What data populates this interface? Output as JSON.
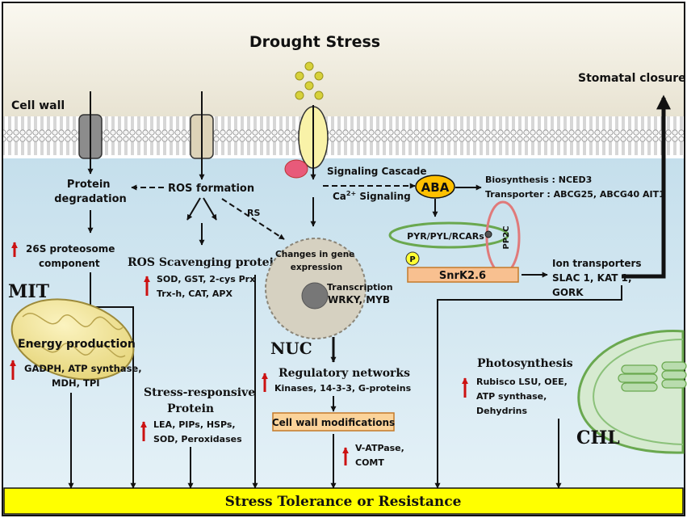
{
  "title": "Drought Stress",
  "cell_wall": "Cell wall",
  "stomatal_closure": "Stomatal closure",
  "left": {
    "protein_degradation": [
      "Protein",
      "degradation"
    ],
    "proteosome": [
      "26S proteosome",
      "component"
    ],
    "mit": "MIT",
    "energy_production": "Energy production",
    "energy_proteins": [
      "GADPH, ATP synthase,",
      "MDH, TPI"
    ]
  },
  "ros": {
    "formation": "ROS formation",
    "rs": "RS",
    "scavenging": "ROS Scavenging proteins",
    "scavenging_list": [
      "SOD, GST, 2-cys Prx",
      "Trx-h, CAT, APX"
    ],
    "stress_protein": [
      "Stress-responsive",
      "Protein"
    ],
    "stress_list": [
      "LEA, PIPs, HSPs,",
      "SOD, Peroxidases"
    ]
  },
  "signaling": {
    "cascade": "Signaling Cascade",
    "ca_prefix": "Ca",
    "ca_sup": "2+",
    "ca_suffix": " Signaling",
    "aba": "ABA",
    "biosynthesis": "Biosynthesis : NCED3",
    "transporter": "Transporter : ABCG25, ABCG40 AIT1",
    "receptor": "PYR/PYL/RCARs",
    "pp2c": "PP2C",
    "p": "P",
    "snrk": "SnrK2.6",
    "ion_transporters": [
      "Ion transporters",
      "SLAC 1, KAT 1,",
      "GORK"
    ]
  },
  "nucleus": {
    "gene_expression": [
      "Changes in gene",
      "expression"
    ],
    "transcription": "Transcription",
    "tf": "WRKY, MYB",
    "nuc": "NUC"
  },
  "regulatory": {
    "title": "Regulatory networks",
    "list": "Kinases, 14-3-3, G-proteins",
    "cell_wall_mod": "Cell wall modifications",
    "vatpase": [
      "V-ATPase,",
      "COMT"
    ]
  },
  "photosynthesis": {
    "title": "Photosynthesis",
    "list": [
      "Rubisco LSU, OEE,",
      "ATP synthase,",
      "Dehydrins"
    ],
    "chl": "CHL"
  },
  "bottom_bar": "Stress Tolerance or Resistance",
  "colors": {
    "outside": "#ece8da",
    "cell": "#d2e6f0",
    "bottom_bar": "#ffff00",
    "up_arrow": "#cc1111",
    "aba_fill": "#ffc000",
    "snrk_fill": "#f8c090",
    "receptor_stroke": "#6aa84f",
    "pp2c_stroke": "#e07a7a",
    "mito_fill": "#f0e498",
    "chloro_stroke": "#6aa84f",
    "nucleus_fill": "#d6d1c1"
  }
}
